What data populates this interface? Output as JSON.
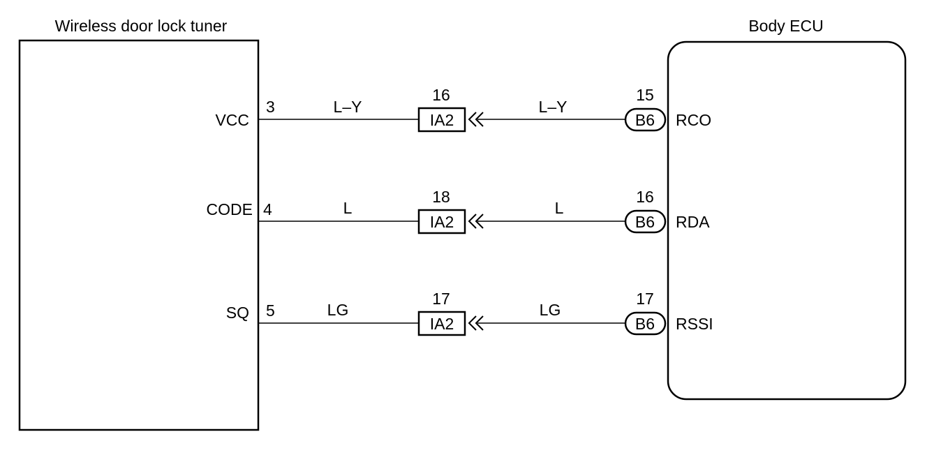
{
  "left_component": {
    "title": "Wireless door lock tuner"
  },
  "right_component": {
    "title": "Body ECU"
  },
  "circuits": [
    {
      "left_terminal": "VCC",
      "left_pin": "3",
      "wire_left": "L–Y",
      "inline_pin": "16",
      "inline_connector": "IA2",
      "wire_right": "L–Y",
      "ecu_pin": "15",
      "ecu_connector": "B6",
      "right_terminal": "RCO"
    },
    {
      "left_terminal": "CODE",
      "left_pin": "4",
      "wire_left": "L",
      "inline_pin": "18",
      "inline_connector": "IA2",
      "wire_right": "L",
      "ecu_pin": "16",
      "ecu_connector": "B6",
      "right_terminal": "RDA"
    },
    {
      "left_terminal": "SQ",
      "left_pin": "5",
      "wire_left": "LG",
      "inline_pin": "17",
      "inline_connector": "IA2",
      "wire_right": "LG",
      "ecu_pin": "17",
      "ecu_connector": "B6",
      "right_terminal": "RSSI"
    }
  ]
}
